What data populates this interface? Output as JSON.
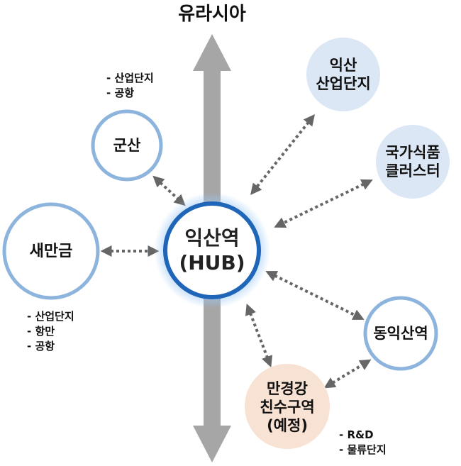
{
  "top_label": "유라시아",
  "hub": {
    "line1": "익산역",
    "line2": "(HUB)"
  },
  "nodes": {
    "gunsan": {
      "label": "군산"
    },
    "saemangeum": {
      "label": "새만금"
    },
    "iksan_industrial": {
      "line1": "익산",
      "line2": "산업단지"
    },
    "food_cluster": {
      "line1": "국가식품",
      "line2": "클러스터"
    },
    "dongiksan": {
      "label": "동익산역"
    },
    "mangyeong": {
      "line1": "만경강",
      "line2": "친수구역",
      "line3": "(예정)"
    }
  },
  "notes": {
    "gunsan": [
      "- 산업단지",
      "- 공항"
    ],
    "saemangeum": [
      "- 산업단지",
      "- 항만",
      "- 공항"
    ],
    "mangyeong": [
      "- R&D",
      "- 물류단지"
    ]
  },
  "colors": {
    "axis": "#a6a6a6",
    "ring": "#8db4dd",
    "hub_ring": "#1f66b8",
    "hub_glow": "#9cc8f5",
    "filled_node": "#dbe7f4",
    "peach_node": "#f8e2d3",
    "arrow": "#666666"
  }
}
